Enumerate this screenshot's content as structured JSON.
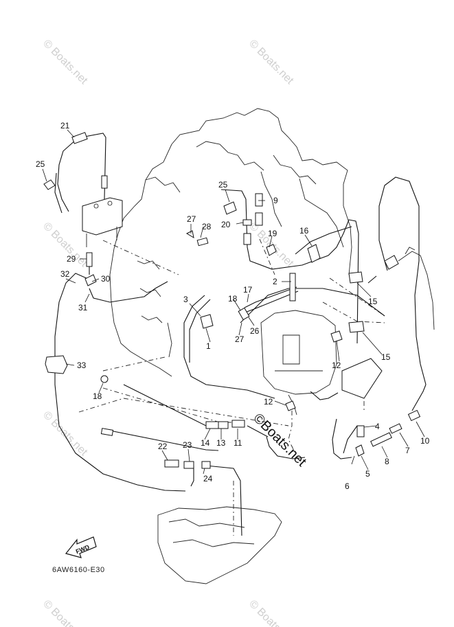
{
  "watermark": {
    "text": "© Boats.net",
    "center_text": "©Boats.net"
  },
  "diagram_code": "6AW6160-E30",
  "fwd_arrow": {
    "text": "FWD"
  },
  "callouts": [
    {
      "id": "c1",
      "text": "1"
    },
    {
      "id": "c2",
      "text": "2"
    },
    {
      "id": "c3",
      "text": "3"
    },
    {
      "id": "c4",
      "text": "4"
    },
    {
      "id": "c5",
      "text": "5"
    },
    {
      "id": "c6",
      "text": "6"
    },
    {
      "id": "c7",
      "text": "7"
    },
    {
      "id": "c8",
      "text": "8"
    },
    {
      "id": "c9",
      "text": "9"
    },
    {
      "id": "c10",
      "text": "10"
    },
    {
      "id": "c11",
      "text": "11"
    },
    {
      "id": "c12a",
      "text": "12"
    },
    {
      "id": "c12b",
      "text": "12"
    },
    {
      "id": "c13",
      "text": "13"
    },
    {
      "id": "c14",
      "text": "14"
    },
    {
      "id": "c15a",
      "text": "15"
    },
    {
      "id": "c15b",
      "text": "15"
    },
    {
      "id": "c16",
      "text": "16"
    },
    {
      "id": "c17",
      "text": "17"
    },
    {
      "id": "c18a",
      "text": "18"
    },
    {
      "id": "c18b",
      "text": "18"
    },
    {
      "id": "c19",
      "text": "19"
    },
    {
      "id": "c20",
      "text": "20"
    },
    {
      "id": "c21",
      "text": "21"
    },
    {
      "id": "c22",
      "text": "22"
    },
    {
      "id": "c23",
      "text": "23"
    },
    {
      "id": "c24",
      "text": "24"
    },
    {
      "id": "c25a",
      "text": "25"
    },
    {
      "id": "c25b",
      "text": "25"
    },
    {
      "id": "c26",
      "text": "26"
    },
    {
      "id": "c27a",
      "text": "27"
    },
    {
      "id": "c27b",
      "text": "27"
    },
    {
      "id": "c28",
      "text": "28"
    },
    {
      "id": "c29",
      "text": "29"
    },
    {
      "id": "c30",
      "text": "30"
    },
    {
      "id": "c31",
      "text": "31"
    },
    {
      "id": "c32",
      "text": "32"
    },
    {
      "id": "c33",
      "text": "33"
    }
  ]
}
